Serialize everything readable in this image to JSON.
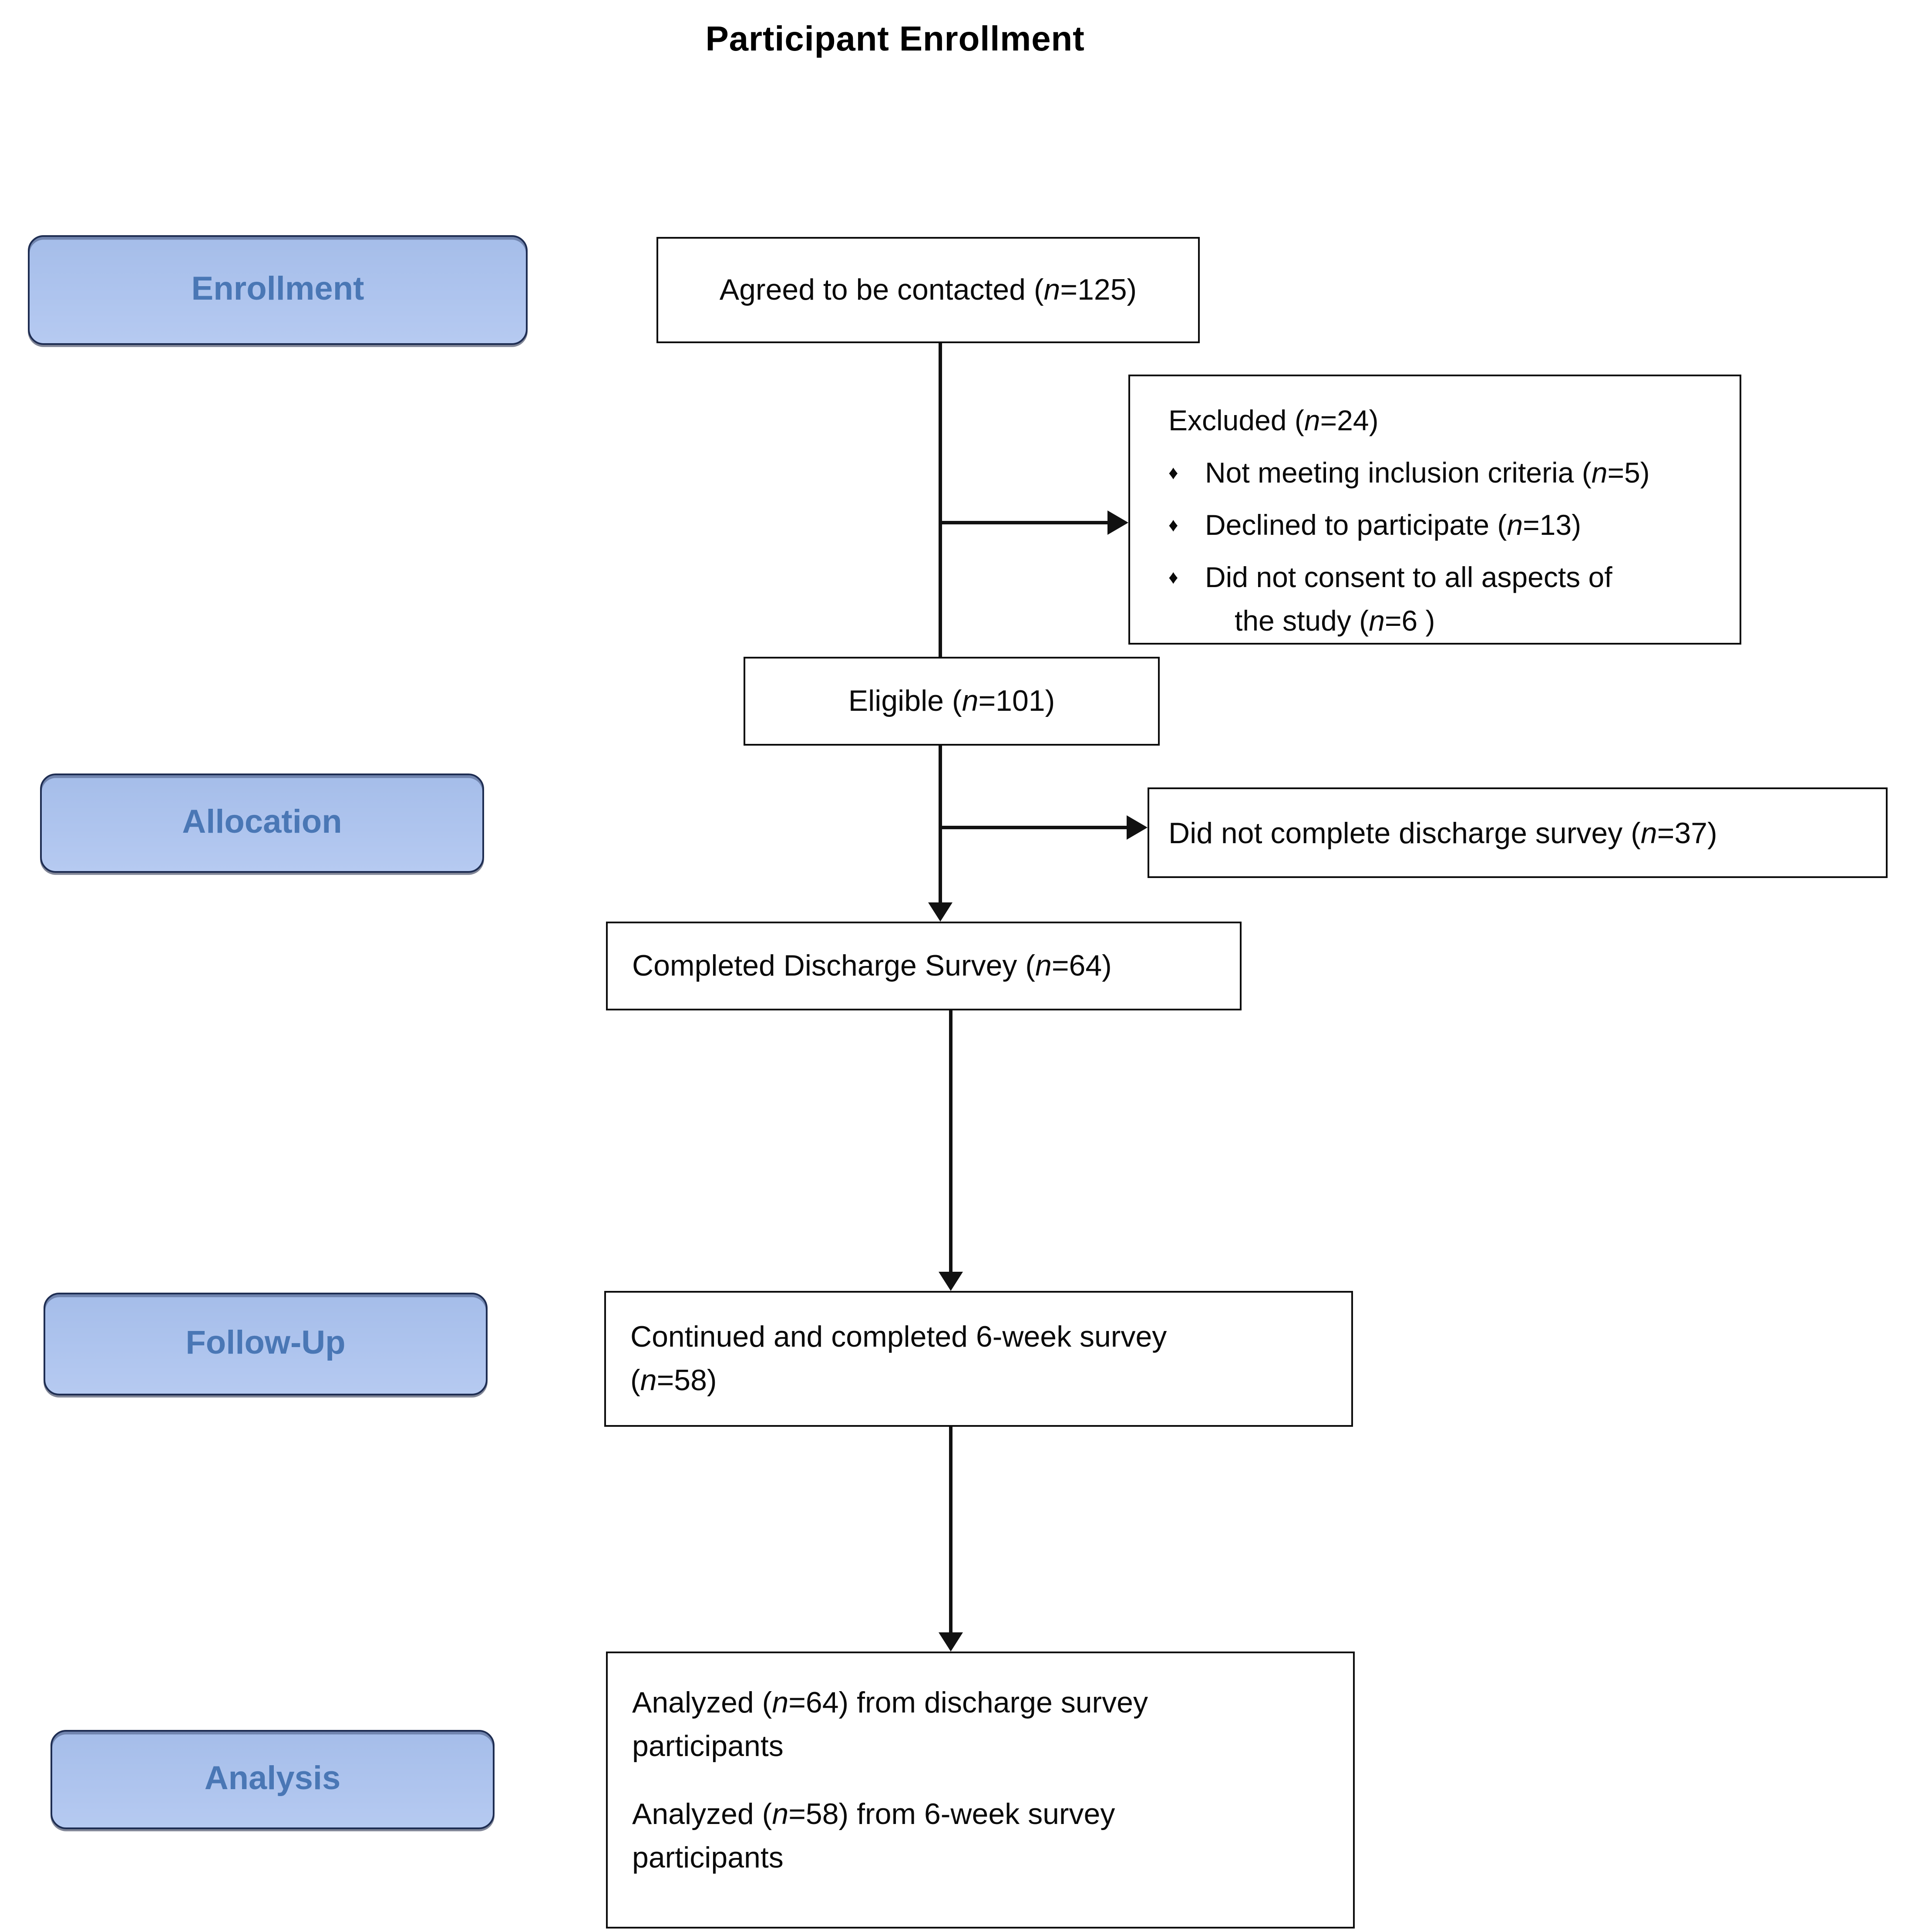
{
  "title": "Participant Enrollment",
  "colors": {
    "stage_fill": "#aac2ee",
    "stage_border": "#1e2d52",
    "stage_text": "#4a77b5",
    "node_fill": "#ffffff",
    "node_border": "#0c0c0c",
    "line": "#111111",
    "background": "#ffffff"
  },
  "stages": [
    {
      "label": "Enrollment"
    },
    {
      "label": "Allocation"
    },
    {
      "label": "Follow-Up"
    },
    {
      "label": "Analysis"
    }
  ],
  "nodes": {
    "agreed": {
      "text": "Agreed to be contacted (n=125)"
    },
    "excluded": {
      "heading": "Excluded (n=24)",
      "bullet": "♦",
      "items": [
        {
          "lines": [
            "Not meeting inclusion criteria (n=5)"
          ]
        },
        {
          "lines": [
            "Declined to participate (n=13)"
          ]
        },
        {
          "lines": [
            "Did not consent to all aspects of",
            "the study (n=6 )"
          ]
        }
      ]
    },
    "eligible": {
      "text": "Eligible (n=101)"
    },
    "did_not_complete": {
      "text": "Did not complete discharge survey (n=37)"
    },
    "completed": {
      "text": "Completed Discharge Survey (n=64)"
    },
    "continued": {
      "lines": [
        "Continued and completed 6-week survey",
        "(n=58)"
      ]
    },
    "analyzed": {
      "block1": [
        "Analyzed (n=64) from discharge survey",
        "participants"
      ],
      "block2": [
        "Analyzed (n=58) from 6-week survey",
        "participants"
      ]
    }
  }
}
